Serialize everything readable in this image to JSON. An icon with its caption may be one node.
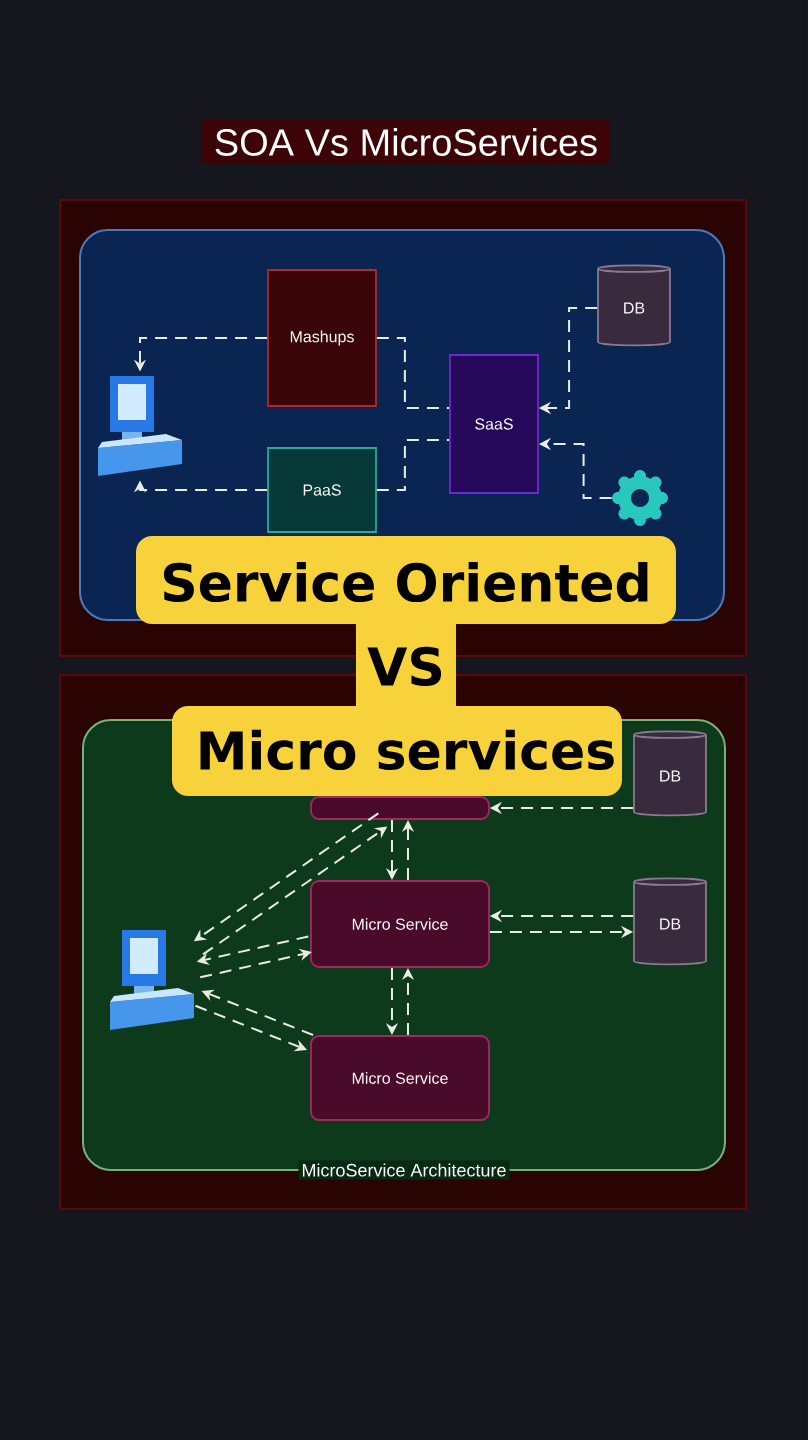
{
  "diagram": {
    "title": "SOA Vs MicroServices",
    "nodes": [
      {
        "text": [],
        "shape": "box"
      },
      {
        "text": [],
        "shape": "box",
        "in": 0
      },
      {
        "text": [
          "Mashups"
        ],
        "in": 1
      },
      {
        "text": [
          "PaaS"
        ],
        "in": 1
      },
      {
        "text": [
          "SaaS"
        ],
        "in": 1
      },
      {
        "text": [
          "DB"
        ],
        "in": 1
      },
      {
        "text": [],
        "shape": "computer",
        "in": 1
      },
      {
        "text": [],
        "shape": "gear",
        "in": 1
      },
      {
        "text": [
          "Service Oriented",
          "VS",
          "Micro services"
        ]
      },
      {
        "text": [],
        "shape": "box"
      },
      {
        "text": [
          "MicroService Architecture"
        ],
        "in": 9
      },
      {
        "text": [],
        "shape": "box",
        "in": 10
      },
      {
        "text": [
          "Micro Service"
        ],
        "in": 10
      },
      {
        "text": [
          "Micro Service"
        ],
        "in": 10
      },
      {
        "text": [
          "DB"
        ],
        "in": 10
      },
      {
        "text": [
          "DB"
        ],
        "in": 10
      },
      {
        "text": [],
        "shape": "computer",
        "in": 10
      }
    ],
    "edges": [
      {
        "from": 2,
        "to": 6,
        "arrow": "to",
        "style": "dashed"
      },
      {
        "from": 3,
        "to": 6,
        "arrow": "to",
        "style": "dashed"
      },
      {
        "from": 2,
        "to": 4,
        "arrow": "none",
        "style": "dashed"
      },
      {
        "from": 3,
        "to": 4,
        "arrow": "none",
        "style": "dashed"
      },
      {
        "from": 5,
        "to": 4,
        "arrow": "to",
        "style": "dashed"
      },
      {
        "from": 7,
        "to": 4,
        "arrow": "to",
        "style": "dashed"
      },
      {
        "from": 11,
        "to": 16,
        "arrow": "to",
        "style": "dashed"
      },
      {
        "from": 16,
        "to": 11,
        "arrow": "to",
        "style": "dashed"
      },
      {
        "from": 16,
        "to": 12,
        "arrow": "to",
        "style": "dashed"
      },
      {
        "from": 12,
        "to": 16,
        "arrow": "to",
        "style": "dashed"
      },
      {
        "from": 13,
        "to": 16,
        "arrow": "to",
        "style": "dashed"
      },
      {
        "from": 16,
        "to": 13,
        "arrow": "to",
        "style": "dashed"
      },
      {
        "from": 11,
        "to": 12,
        "arrow": "to",
        "style": "dashed"
      },
      {
        "from": 12,
        "to": 11,
        "arrow": "to",
        "style": "dashed"
      },
      {
        "from": 12,
        "to": 13,
        "arrow": "to",
        "style": "dashed"
      },
      {
        "from": 13,
        "to": 12,
        "arrow": "to",
        "style": "dashed"
      },
      {
        "from": 12,
        "to": 15,
        "arrow": "to",
        "style": "dashed"
      },
      {
        "from": 15,
        "to": 12,
        "arrow": "to",
        "style": "dashed"
      },
      {
        "from": 14,
        "to": 11,
        "arrow": "to",
        "style": "dashed"
      }
    ]
  }
}
